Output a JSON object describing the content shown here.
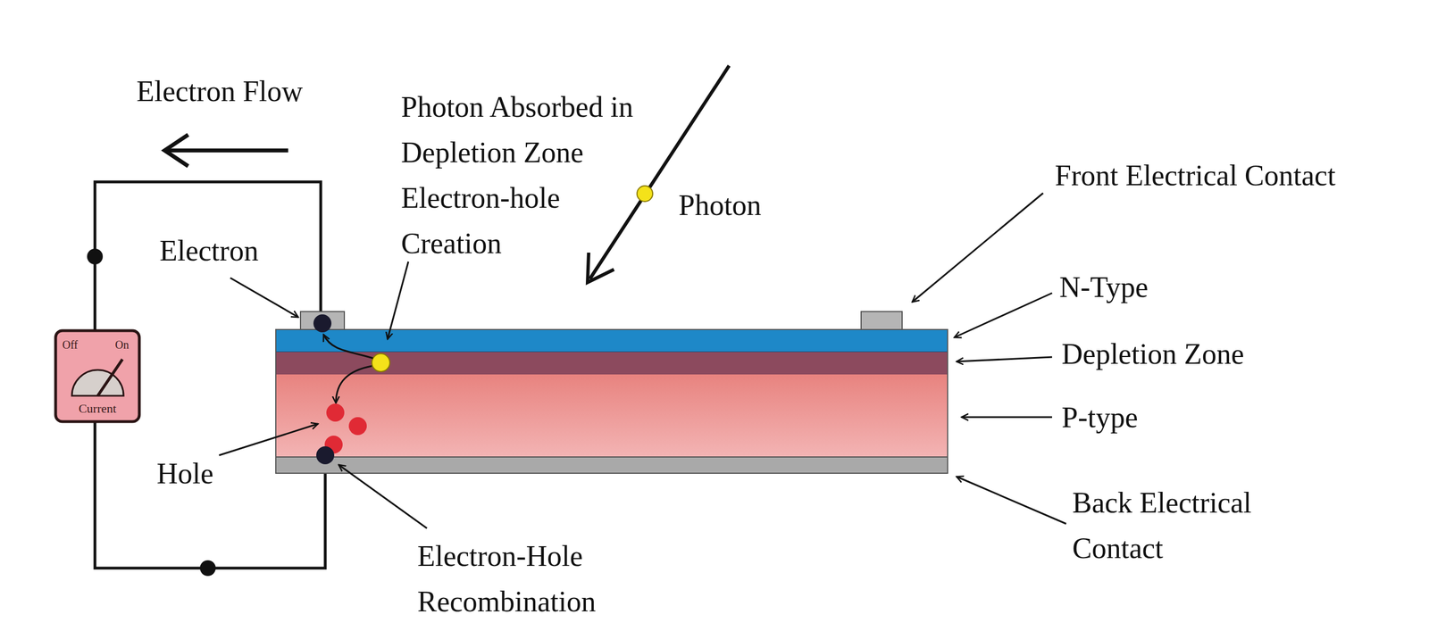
{
  "diagram": {
    "nodes": [
      {
        "text": [
          "Off",
          "On",
          "Current"
        ]
      }
    ],
    "labels": [
      "Electron Flow",
      "Photon Absorbed in Depletion Zone Electron-hole Creation",
      "Photon",
      "Front Electrical Contact",
      "N-Type",
      "Depletion Zone",
      "P-type",
      "Back Electrical Contact",
      "Electron",
      "Hole",
      "Electron-Hole Recombination"
    ]
  }
}
